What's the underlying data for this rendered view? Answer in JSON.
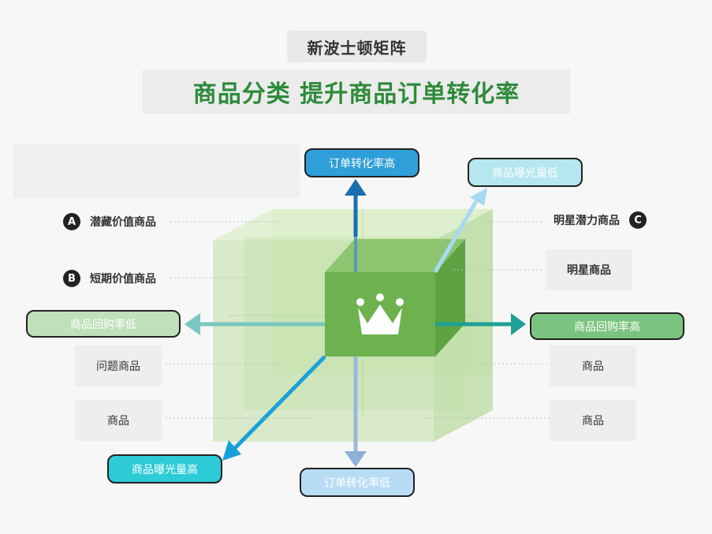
{
  "title": "新波士顿矩阵",
  "subtitle": "商品分类 提升商品订单转化率",
  "axes": {
    "top": "订单转化率高",
    "bottom": "订单转化率低",
    "left": "商品回购率低",
    "right": "商品回购率高",
    "diag_up": "商品曝光量低",
    "diag_down": "商品曝光量高"
  },
  "left_labels": [
    {
      "badge": "A",
      "text": "潜藏价值商品"
    },
    {
      "badge": "B",
      "text": "短期价值商品"
    },
    {
      "badge": "",
      "text": "问题商品"
    },
    {
      "badge": "",
      "text": "商品"
    }
  ],
  "right_labels": [
    {
      "badge": "C",
      "text": "明星潜力商品"
    },
    {
      "badge": "",
      "text": "明星商品"
    },
    {
      "badge": "",
      "text": "商品"
    },
    {
      "badge": "",
      "text": "商品"
    }
  ],
  "colors": {
    "title_green": "#2e8b3a",
    "cube_dark": "#6db24f",
    "cube_light": "#c9e4b4",
    "arrow_vertical": "#1a6fb0",
    "arrow_horizontal": "#2aa8a0",
    "arrow_diag": "#1aa0d8"
  },
  "center_icon": "crown-icon"
}
